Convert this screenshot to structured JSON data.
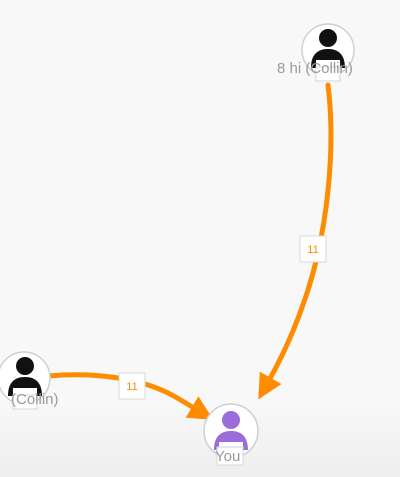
{
  "colors": {
    "edge": "#ff8c00",
    "weight_text": "#ff8c00",
    "person_default": "#111111",
    "person_you": "#9b6ddb"
  },
  "nodes": [
    {
      "id": "top",
      "label": "8 hi (Collin)",
      "icon": "person-icon",
      "color_key": "person_default"
    },
    {
      "id": "left",
      "label": "(Collin)",
      "icon": "person-icon",
      "color_key": "person_default"
    },
    {
      "id": "you",
      "label": "You",
      "icon": "person-icon",
      "color_key": "person_you"
    }
  ],
  "edges": [
    {
      "from": "top",
      "to": "you",
      "weight": "11"
    },
    {
      "from": "left",
      "to": "you",
      "weight": "11"
    }
  ]
}
